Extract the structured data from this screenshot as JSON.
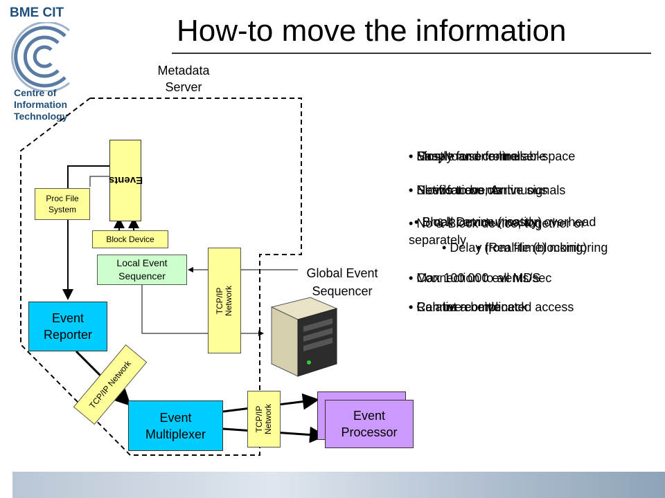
{
  "logo": {
    "org": "BME CIT",
    "line1": "Centre of",
    "line2": "Information",
    "line3": "Technology"
  },
  "title": "How-to move the information",
  "diagram": {
    "metadata_server": "Metadata Server",
    "events_label": "Events",
    "proc_file_system": "Proc File System",
    "block_device": "Block Device",
    "local_event_sequencer": "Local Event Sequencer",
    "global_event_sequencer": "Global Event Sequencer",
    "event_reporter": "Event Reporter",
    "event_multiplexer": "Event Multiplexer",
    "event_processor": "Event Processor",
    "tcpip_network_1": "TCP/IP Network",
    "tcpip_network_2": "TCP/IP Network",
    "tcpip_network_3": "TCP/IP Network"
  },
  "overlapping_bullets": [
    "Easy to use from user-space",
    "Mostly for one-line",
    "Needs to be continuous",
    "Slow for events",
    "Small communication overhead",
    "Block Device (mostly)",
    "Delay from file (blocking)",
    "(Real-time) monitoring",
    "Max 100 000 events/sec",
    "Connection to all MDS",
    "Can be a bottleneck",
    "Relative complicated access",
    "Simple and controllable",
    "Notifications, Arrive signals",
    "No & Block device, together or separately",
    "Cannot receive"
  ]
}
